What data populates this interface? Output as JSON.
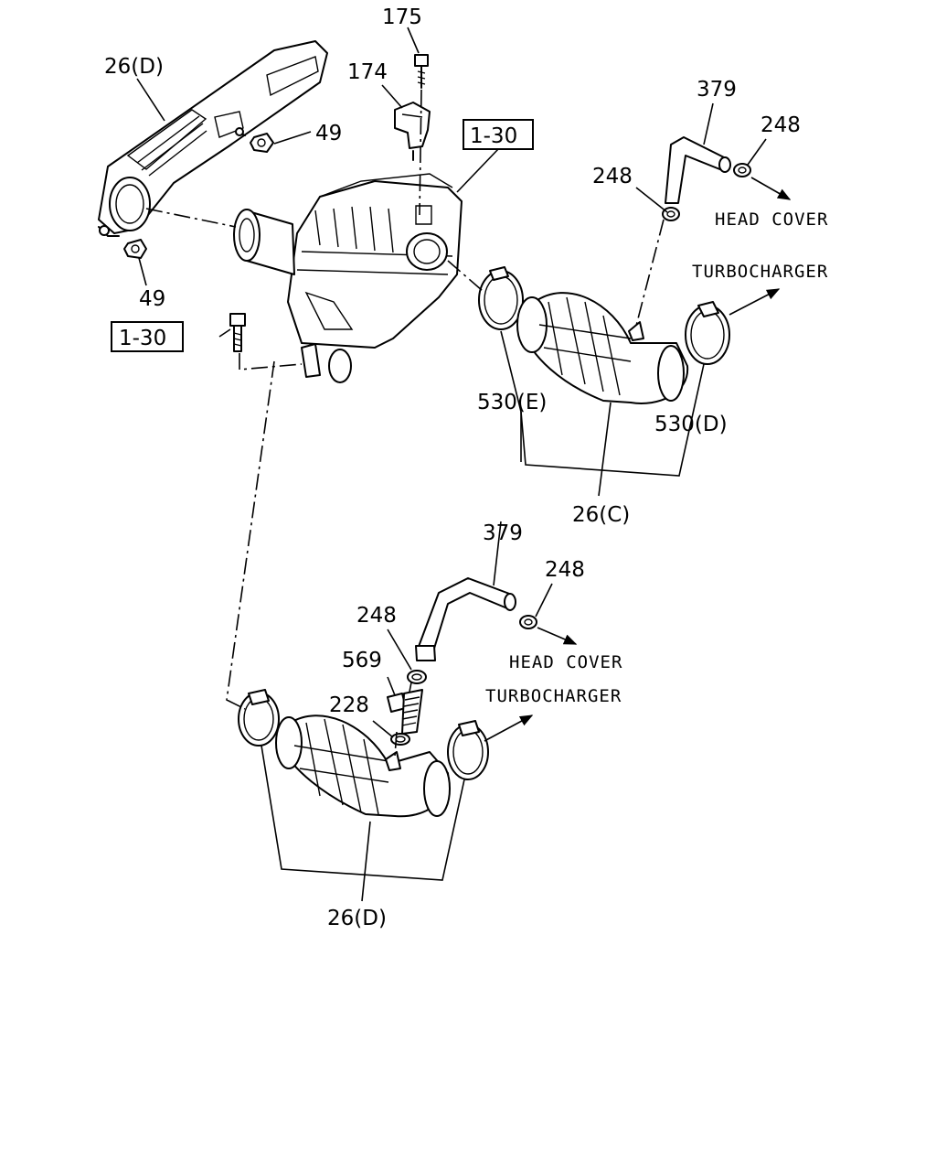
{
  "labels": {
    "l175": "175",
    "l174": "174",
    "l26d_top": "26(D)",
    "l49_right": "49",
    "l49_left": "49",
    "l1_30_top": "1-30",
    "l1_30_left": "1-30",
    "l379_top": "379",
    "l248_top_right": "248",
    "l248_top_left": "248",
    "head_cover_top": "HEAD COVER",
    "turbocharger_top": "TURBOCHARGER",
    "l530e": "530(E)",
    "l530d": "530(D)",
    "l26c": "26(C)",
    "l379_bottom": "379",
    "l248_bottom_right": "248",
    "l248_bottom_left": "248",
    "l569": "569",
    "l228": "228",
    "head_cover_bottom": "HEAD COVER",
    "turbocharger_bottom": "TURBOCHARGER",
    "l26d_bottom": "26(D)"
  },
  "colors": {
    "line": "#000000",
    "background": "#ffffff"
  }
}
